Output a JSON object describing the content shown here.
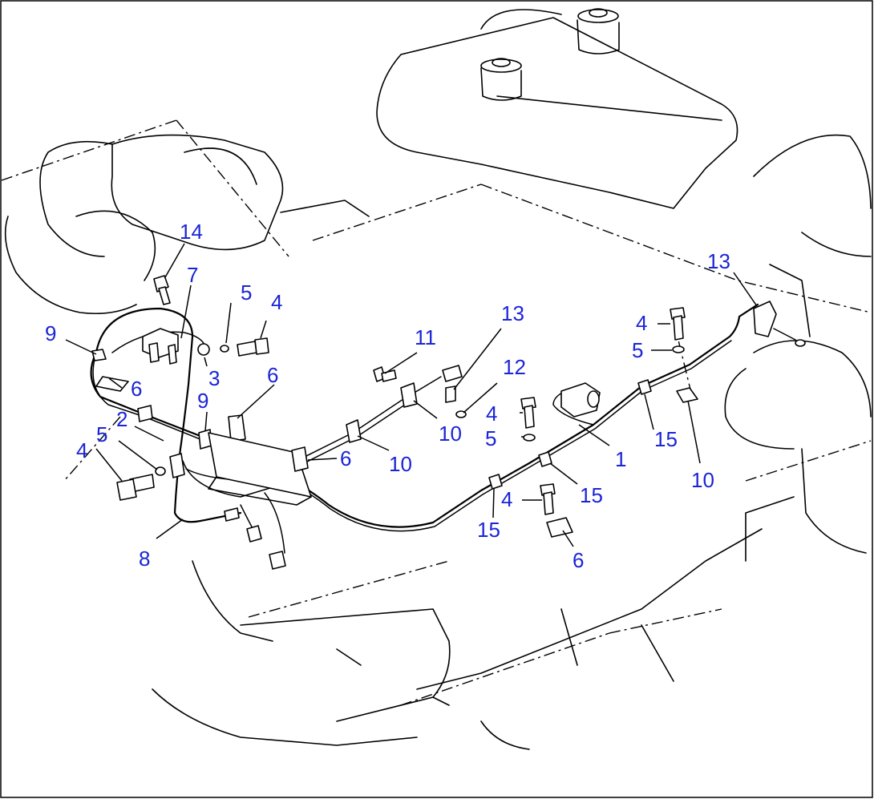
{
  "diagram": {
    "callouts": [
      {
        "id": "c1",
        "text": "1"
      },
      {
        "id": "c2",
        "text": "2"
      },
      {
        "id": "c3",
        "text": "3"
      },
      {
        "id": "c4a",
        "text": "4"
      },
      {
        "id": "c4b",
        "text": "4"
      },
      {
        "id": "c4c",
        "text": "4"
      },
      {
        "id": "c4d",
        "text": "4"
      },
      {
        "id": "c4e",
        "text": "4"
      },
      {
        "id": "c5a",
        "text": "5"
      },
      {
        "id": "c5b",
        "text": "5"
      },
      {
        "id": "c5c",
        "text": "5"
      },
      {
        "id": "c5d",
        "text": "5"
      },
      {
        "id": "c6a",
        "text": "6"
      },
      {
        "id": "c6b",
        "text": "6"
      },
      {
        "id": "c6c",
        "text": "6"
      },
      {
        "id": "c6d",
        "text": "6"
      },
      {
        "id": "c7",
        "text": "7"
      },
      {
        "id": "c8",
        "text": "8"
      },
      {
        "id": "c9a",
        "text": "9"
      },
      {
        "id": "c9b",
        "text": "9"
      },
      {
        "id": "c10a",
        "text": "10"
      },
      {
        "id": "c10b",
        "text": "10"
      },
      {
        "id": "c10c",
        "text": "10"
      },
      {
        "id": "c11",
        "text": "11"
      },
      {
        "id": "c12",
        "text": "12"
      },
      {
        "id": "c13a",
        "text": "13"
      },
      {
        "id": "c13b",
        "text": "13"
      },
      {
        "id": "c14",
        "text": "14"
      },
      {
        "id": "c15a",
        "text": "15"
      },
      {
        "id": "c15b",
        "text": "15"
      },
      {
        "id": "c15c",
        "text": "15"
      }
    ],
    "label_color": "#1b25d6"
  }
}
